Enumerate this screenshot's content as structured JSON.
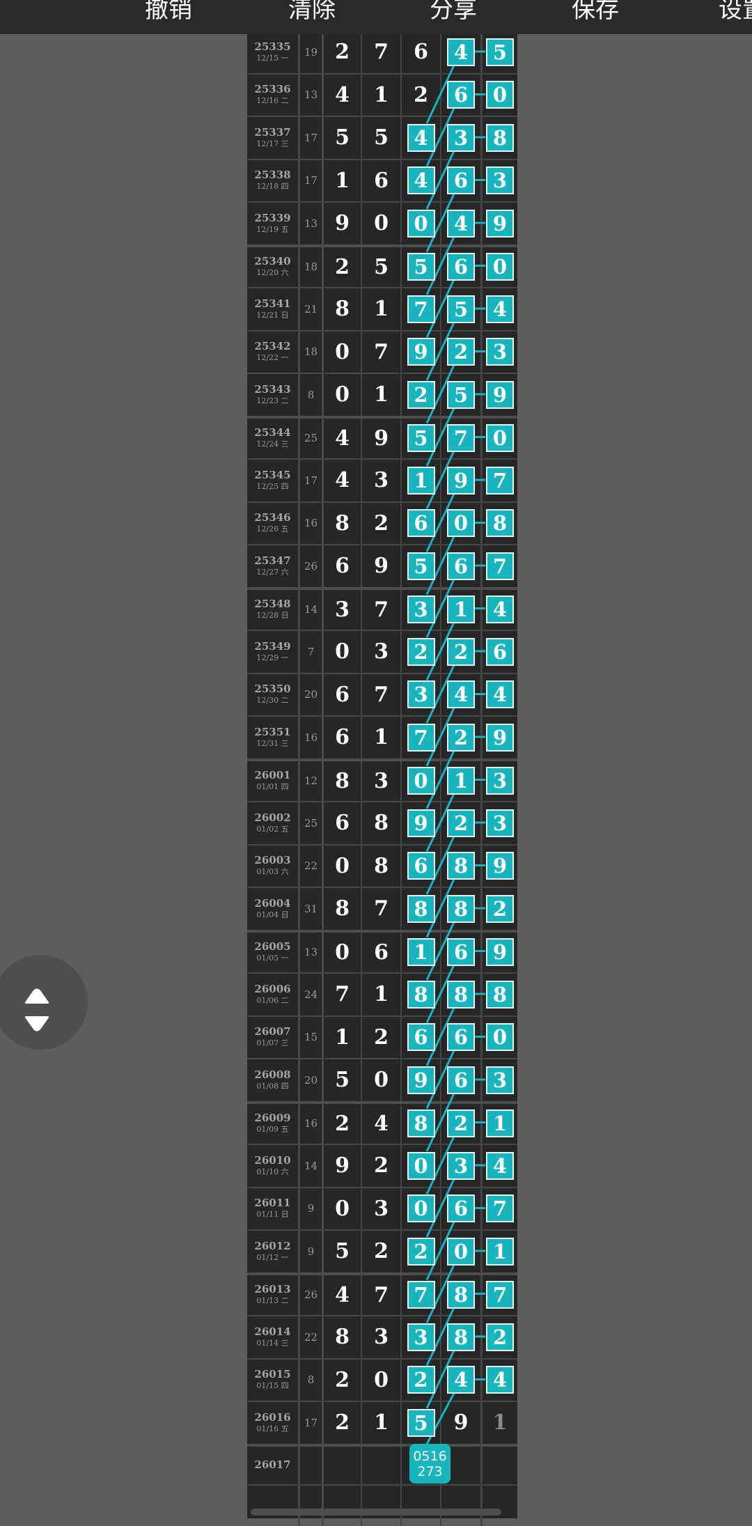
{
  "toolbar": {
    "undo_label": "撤销",
    "clear_label": "清除",
    "share_label": "分享",
    "save_label": "保存",
    "settings_label": "设置"
  },
  "colors": {
    "accent": "#17b5bd",
    "background": "#5d5d5d",
    "table": "#262626"
  },
  "rows": [
    {
      "issue": "25335",
      "date": "12/15 一",
      "sum": "19",
      "digits": [
        "2",
        "7",
        "6",
        "4",
        "5"
      ],
      "boxed": [
        false,
        false,
        false,
        true,
        true
      ]
    },
    {
      "issue": "25336",
      "date": "12/16 二",
      "sum": "13",
      "digits": [
        "4",
        "1",
        "2",
        "6",
        "0"
      ],
      "boxed": [
        false,
        false,
        false,
        true,
        true
      ]
    },
    {
      "issue": "25337",
      "date": "12/17 三",
      "sum": "17",
      "digits": [
        "5",
        "5",
        "4",
        "3",
        "8"
      ],
      "boxed": [
        false,
        false,
        true,
        true,
        true
      ]
    },
    {
      "issue": "25338",
      "date": "12/18 四",
      "sum": "17",
      "digits": [
        "1",
        "6",
        "4",
        "6",
        "3"
      ],
      "boxed": [
        false,
        false,
        true,
        true,
        true
      ]
    },
    {
      "issue": "25339",
      "date": "12/19 五",
      "sum": "13",
      "digits": [
        "9",
        "0",
        "0",
        "4",
        "9"
      ],
      "boxed": [
        false,
        false,
        true,
        true,
        true
      ]
    },
    {
      "issue": "25340",
      "date": "12/20 六",
      "sum": "18",
      "digits": [
        "2",
        "5",
        "5",
        "6",
        "0"
      ],
      "boxed": [
        false,
        false,
        true,
        true,
        true
      ]
    },
    {
      "issue": "25341",
      "date": "12/21 日",
      "sum": "21",
      "digits": [
        "8",
        "1",
        "7",
        "5",
        "4"
      ],
      "boxed": [
        false,
        false,
        true,
        true,
        true
      ]
    },
    {
      "issue": "25342",
      "date": "12/22 一",
      "sum": "18",
      "digits": [
        "0",
        "7",
        "9",
        "2",
        "3"
      ],
      "boxed": [
        false,
        false,
        true,
        true,
        true
      ]
    },
    {
      "issue": "25343",
      "date": "12/23 二",
      "sum": "8",
      "digits": [
        "0",
        "1",
        "2",
        "5",
        "9"
      ],
      "boxed": [
        false,
        false,
        true,
        true,
        true
      ]
    },
    {
      "issue": "25344",
      "date": "12/24 三",
      "sum": "25",
      "digits": [
        "4",
        "9",
        "5",
        "7",
        "0"
      ],
      "boxed": [
        false,
        false,
        true,
        true,
        true
      ]
    },
    {
      "issue": "25345",
      "date": "12/25 四",
      "sum": "17",
      "digits": [
        "4",
        "3",
        "1",
        "9",
        "7"
      ],
      "boxed": [
        false,
        false,
        true,
        true,
        true
      ]
    },
    {
      "issue": "25346",
      "date": "12/26 五",
      "sum": "16",
      "digits": [
        "8",
        "2",
        "6",
        "0",
        "8"
      ],
      "boxed": [
        false,
        false,
        true,
        true,
        true
      ]
    },
    {
      "issue": "25347",
      "date": "12/27 六",
      "sum": "26",
      "digits": [
        "6",
        "9",
        "5",
        "6",
        "7"
      ],
      "boxed": [
        false,
        false,
        true,
        true,
        true
      ]
    },
    {
      "issue": "25348",
      "date": "12/28 日",
      "sum": "14",
      "digits": [
        "3",
        "7",
        "3",
        "1",
        "4"
      ],
      "boxed": [
        false,
        false,
        true,
        true,
        true
      ]
    },
    {
      "issue": "25349",
      "date": "12/29 一",
      "sum": "7",
      "digits": [
        "0",
        "3",
        "2",
        "2",
        "6"
      ],
      "boxed": [
        false,
        false,
        true,
        true,
        true
      ]
    },
    {
      "issue": "25350",
      "date": "12/30 二",
      "sum": "20",
      "digits": [
        "6",
        "7",
        "3",
        "4",
        "4"
      ],
      "boxed": [
        false,
        false,
        true,
        true,
        true
      ]
    },
    {
      "issue": "25351",
      "date": "12/31 三",
      "sum": "16",
      "digits": [
        "6",
        "1",
        "7",
        "2",
        "9"
      ],
      "boxed": [
        false,
        false,
        true,
        true,
        true
      ]
    },
    {
      "issue": "26001",
      "date": "01/01 四",
      "sum": "12",
      "digits": [
        "8",
        "3",
        "0",
        "1",
        "3"
      ],
      "boxed": [
        false,
        false,
        true,
        true,
        true
      ]
    },
    {
      "issue": "26002",
      "date": "01/02 五",
      "sum": "25",
      "digits": [
        "6",
        "8",
        "9",
        "2",
        "3"
      ],
      "boxed": [
        false,
        false,
        true,
        true,
        true
      ]
    },
    {
      "issue": "26003",
      "date": "01/03 六",
      "sum": "22",
      "digits": [
        "0",
        "8",
        "6",
        "8",
        "9"
      ],
      "boxed": [
        false,
        false,
        true,
        true,
        true
      ]
    },
    {
      "issue": "26004",
      "date": "01/04 日",
      "sum": "31",
      "digits": [
        "8",
        "7",
        "8",
        "8",
        "2"
      ],
      "boxed": [
        false,
        false,
        true,
        true,
        true
      ]
    },
    {
      "issue": "26005",
      "date": "01/05 一",
      "sum": "13",
      "digits": [
        "0",
        "6",
        "1",
        "6",
        "9"
      ],
      "boxed": [
        false,
        false,
        true,
        true,
        true
      ]
    },
    {
      "issue": "26006",
      "date": "01/06 二",
      "sum": "24",
      "digits": [
        "7",
        "1",
        "8",
        "8",
        "8"
      ],
      "boxed": [
        false,
        false,
        true,
        true,
        true
      ]
    },
    {
      "issue": "26007",
      "date": "01/07 三",
      "sum": "15",
      "digits": [
        "1",
        "2",
        "6",
        "6",
        "0"
      ],
      "boxed": [
        false,
        false,
        true,
        true,
        true
      ]
    },
    {
      "issue": "26008",
      "date": "01/08 四",
      "sum": "20",
      "digits": [
        "5",
        "0",
        "9",
        "6",
        "3"
      ],
      "boxed": [
        false,
        false,
        true,
        true,
        true
      ]
    },
    {
      "issue": "26009",
      "date": "01/09 五",
      "sum": "16",
      "digits": [
        "2",
        "4",
        "8",
        "2",
        "1"
      ],
      "boxed": [
        false,
        false,
        true,
        true,
        true
      ]
    },
    {
      "issue": "26010",
      "date": "01/10 六",
      "sum": "14",
      "digits": [
        "9",
        "2",
        "0",
        "3",
        "4"
      ],
      "boxed": [
        false,
        false,
        true,
        true,
        true
      ]
    },
    {
      "issue": "26011",
      "date": "01/11 日",
      "sum": "9",
      "digits": [
        "0",
        "3",
        "0",
        "6",
        "7"
      ],
      "boxed": [
        false,
        false,
        true,
        true,
        true
      ]
    },
    {
      "issue": "26012",
      "date": "01/12 一",
      "sum": "9",
      "digits": [
        "5",
        "2",
        "2",
        "0",
        "1"
      ],
      "boxed": [
        false,
        false,
        true,
        true,
        true
      ]
    },
    {
      "issue": "26013",
      "date": "01/13 二",
      "sum": "26",
      "digits": [
        "4",
        "7",
        "7",
        "8",
        "7"
      ],
      "boxed": [
        false,
        false,
        true,
        true,
        true
      ]
    },
    {
      "issue": "26014",
      "date": "01/14 三",
      "sum": "22",
      "digits": [
        "8",
        "3",
        "3",
        "8",
        "2"
      ],
      "boxed": [
        false,
        false,
        true,
        true,
        true
      ]
    },
    {
      "issue": "26015",
      "date": "01/15 四",
      "sum": "8",
      "digits": [
        "2",
        "0",
        "2",
        "4",
        "4"
      ],
      "boxed": [
        false,
        false,
        true,
        true,
        true
      ]
    },
    {
      "issue": "26016",
      "date": "01/16 五",
      "sum": "17",
      "digits": [
        "2",
        "1",
        "5",
        "9",
        "1"
      ],
      "boxed": [
        false,
        false,
        true,
        false,
        false
      ],
      "dim": [
        false,
        false,
        false,
        false,
        true
      ]
    }
  ],
  "next_row": {
    "issue": "26017",
    "prediction_line1": "0516",
    "prediction_line2": "273"
  }
}
